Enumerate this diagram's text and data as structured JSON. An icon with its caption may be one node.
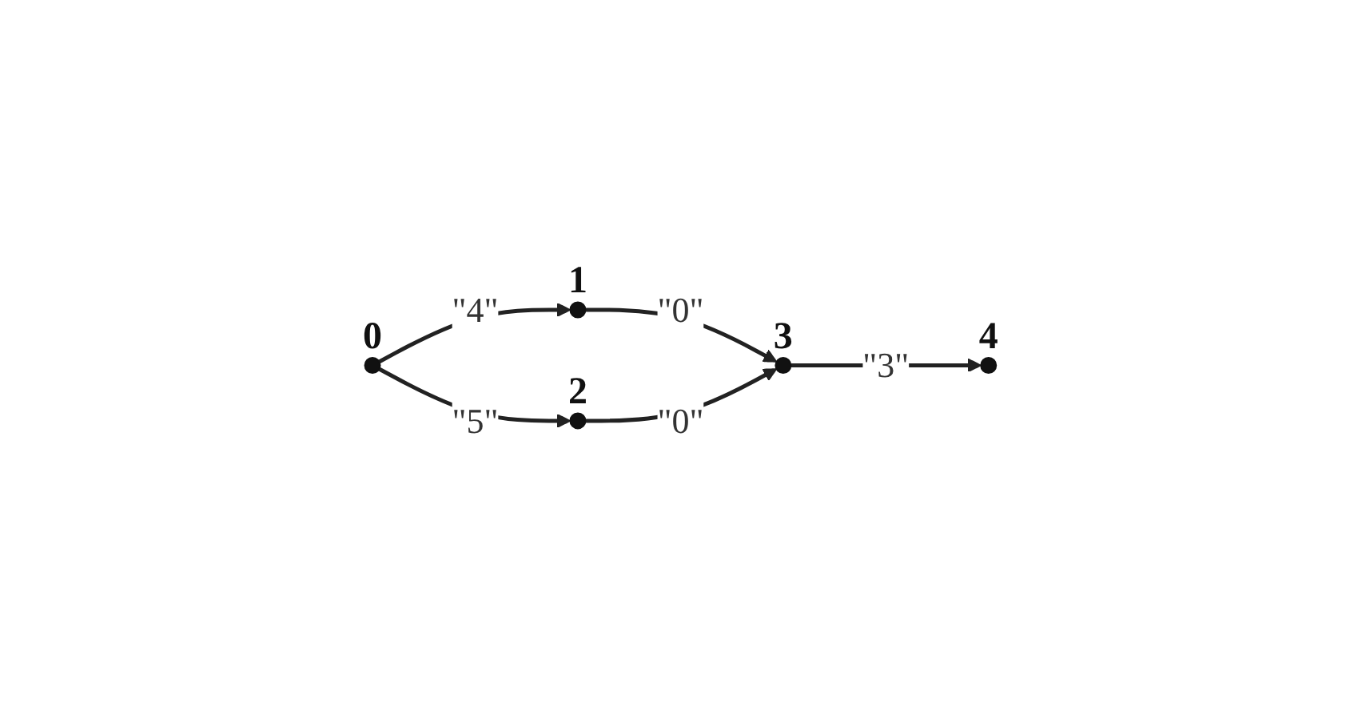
{
  "diagram": {
    "nodes": [
      {
        "text": [],
        "shape": "circle",
        "beside": [
          "0"
        ]
      },
      {
        "text": [],
        "shape": "circle",
        "beside": [
          "1"
        ]
      },
      {
        "text": [],
        "shape": "circle",
        "beside": [
          "2"
        ]
      },
      {
        "text": [],
        "shape": "circle",
        "beside": [
          "3"
        ]
      },
      {
        "text": [],
        "shape": "circle",
        "beside": [
          "4"
        ]
      }
    ],
    "edges": [
      {
        "from": 0,
        "to": 1,
        "arrow": "to",
        "label": "\"4\""
      },
      {
        "from": 0,
        "to": 2,
        "arrow": "to",
        "label": "\"5\""
      },
      {
        "from": 1,
        "to": 3,
        "arrow": "to",
        "label": "\"0\""
      },
      {
        "from": 2,
        "to": 3,
        "arrow": "to",
        "label": "\"0\""
      },
      {
        "from": 3,
        "to": 4,
        "arrow": "to",
        "label": "\"3\""
      }
    ]
  }
}
